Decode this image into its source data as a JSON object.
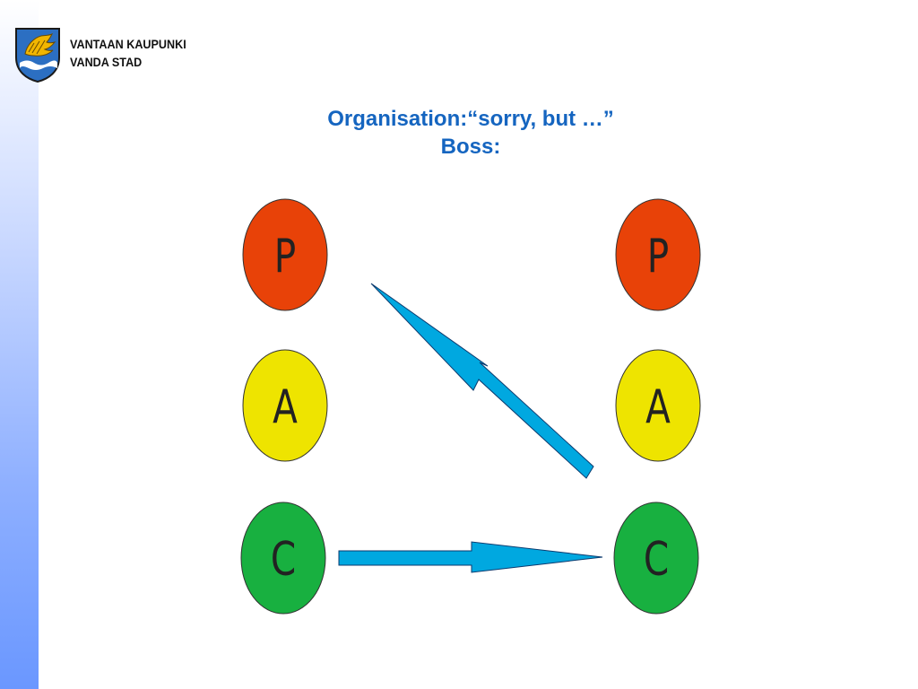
{
  "header": {
    "org_line1": "VANTAAN KAUPUNKI",
    "org_line2": "VANDA STAD",
    "logo_icon": "vantaa-coat-of-arms-icon"
  },
  "title": {
    "line1": "Organisation:“sorry, but …”",
    "line2": "Boss:"
  },
  "diagram": {
    "columns": [
      "left",
      "right"
    ],
    "nodes": [
      {
        "id": "left-p",
        "label": "P",
        "color": "#e84208"
      },
      {
        "id": "left-a",
        "label": "A",
        "color": "#eee400"
      },
      {
        "id": "left-c",
        "label": "C",
        "color": "#18b040"
      },
      {
        "id": "right-p",
        "label": "P",
        "color": "#e84208"
      },
      {
        "id": "right-a",
        "label": "A",
        "color": "#eee400"
      },
      {
        "id": "right-c",
        "label": "C",
        "color": "#18b040"
      }
    ],
    "arrows": [
      {
        "from": "left-c",
        "to": "right-c",
        "color": "#00a8e0"
      },
      {
        "from": "right-c",
        "to": "left-p",
        "color": "#00a8e0"
      }
    ]
  }
}
